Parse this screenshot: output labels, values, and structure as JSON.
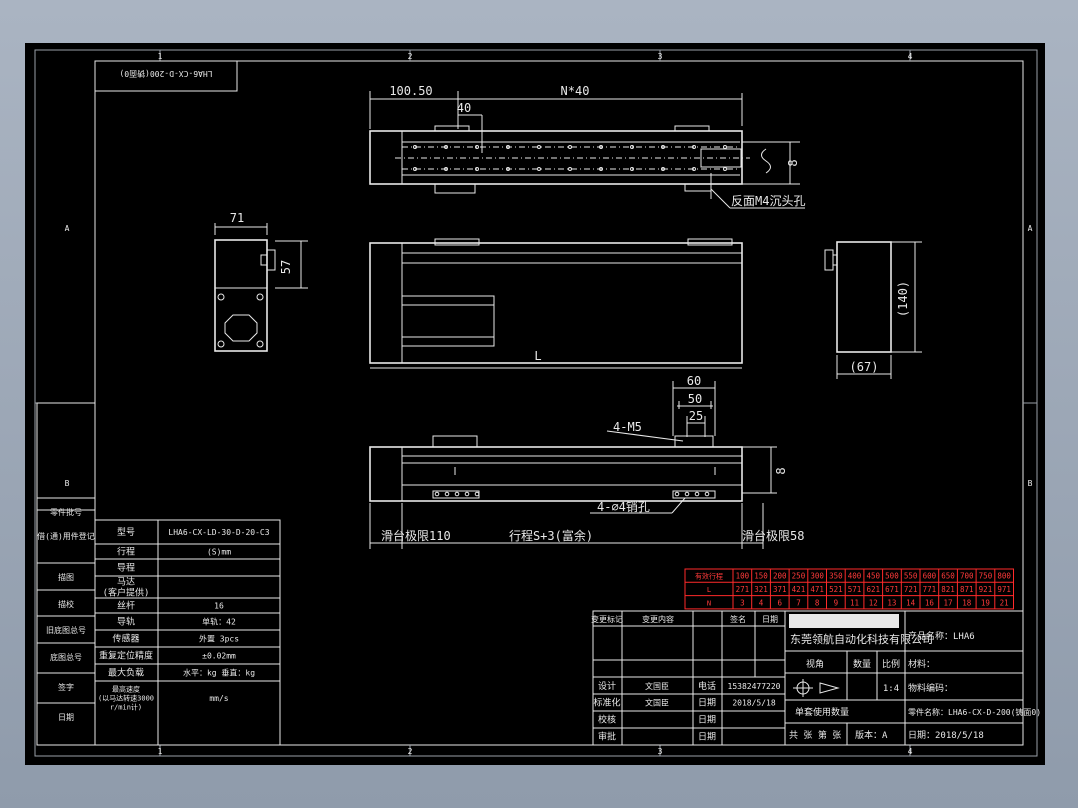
{
  "border_numbers": [
    "1",
    "2",
    "3",
    "4"
  ],
  "border_letters": [
    "A",
    "B"
  ],
  "stamp": "LHA6-CX-D-200(铸面0)",
  "dims_top": {
    "a": "100.50",
    "b": "40",
    "c": "N*40",
    "d": "8",
    "note": "反面M4沉头孔"
  },
  "dims_side": {
    "w": "71",
    "h": "57"
  },
  "dims_front": {
    "L": "L"
  },
  "dims_right": {
    "h": "(140)",
    "w": "(67)"
  },
  "dims_bottom": {
    "d60": "60",
    "d50": "50",
    "d25": "25",
    "m5": "4-M5",
    "d8": "8",
    "pin": "4-∅4销孔",
    "left": "滑台极限110",
    "stroke": "行程S+3(富余)",
    "right": "滑台极限58"
  },
  "left_labels": [
    "零件批号",
    "借(通)用件登记",
    "描图",
    "描校",
    "旧底图总号",
    "底图总号",
    "签字",
    "日期"
  ],
  "spec_table": [
    {
      "k": "型号",
      "v": "LHA6-CX-LD-30-D-20-C3"
    },
    {
      "k": "行程",
      "v": "(S)mm"
    },
    {
      "k": "导程",
      "v": ""
    },
    {
      "k": "马达\n(客户提供)",
      "v": ""
    },
    {
      "k": "丝杆",
      "v": "16"
    },
    {
      "k": "导轨",
      "v": "单轨：42"
    },
    {
      "k": "传感器",
      "v": "外置 3pcs"
    },
    {
      "k": "重复定位精度",
      "v": "±0.02mm"
    },
    {
      "k": "最大负载",
      "v": "水平：kg     垂直：kg"
    },
    {
      "k": "最高速度\n(以马达转速3000\nr/min计)",
      "v": "mm/s"
    }
  ],
  "stroke_table": {
    "headers": [
      "有效行程",
      "100",
      "150",
      "200",
      "250",
      "300",
      "350",
      "400",
      "450",
      "500",
      "550",
      "600",
      "650",
      "700",
      "750",
      "800"
    ],
    "row_L": [
      "L",
      "271",
      "321",
      "371",
      "421",
      "471",
      "521",
      "571",
      "621",
      "671",
      "721",
      "771",
      "821",
      "871",
      "921",
      "971"
    ],
    "row_N": [
      "N",
      "3",
      "4",
      "6",
      "7",
      "8",
      "9",
      "11",
      "12",
      "13",
      "14",
      "16",
      "17",
      "18",
      "19",
      "21"
    ],
    "color": "#ff2a2a"
  },
  "revision": {
    "headers": [
      "变更标记",
      "变更内容",
      "签名",
      "日期"
    ],
    "rows": [
      {
        "k": "设计",
        "v": "文国臣",
        "k2": "电话",
        "v2": "15382477220"
      },
      {
        "k": "标准化",
        "v": "文国臣",
        "k2": "日期",
        "v2": "2018/5/18"
      },
      {
        "k": "校核",
        "v": "",
        "k2": "日期",
        "v2": ""
      },
      {
        "k": "审批",
        "v": "",
        "k2": "日期",
        "v2": ""
      }
    ]
  },
  "title_block": {
    "company": "东莞领航自动化科技有限公司",
    "product_label": "产品名称：LHA6",
    "proj_label": "视角",
    "qty_label": "数量",
    "ratio_label": "比例",
    "ratio": "1:4",
    "material_label": "材料：",
    "code_label": "物料编码：",
    "unit_label": "单套使用数量",
    "part_label": "零件名称：LHA6-CX-D-200(铸面0)",
    "sheets": "共  张  第  张",
    "version": "版本：A",
    "date": "日期：2018/5/18"
  }
}
